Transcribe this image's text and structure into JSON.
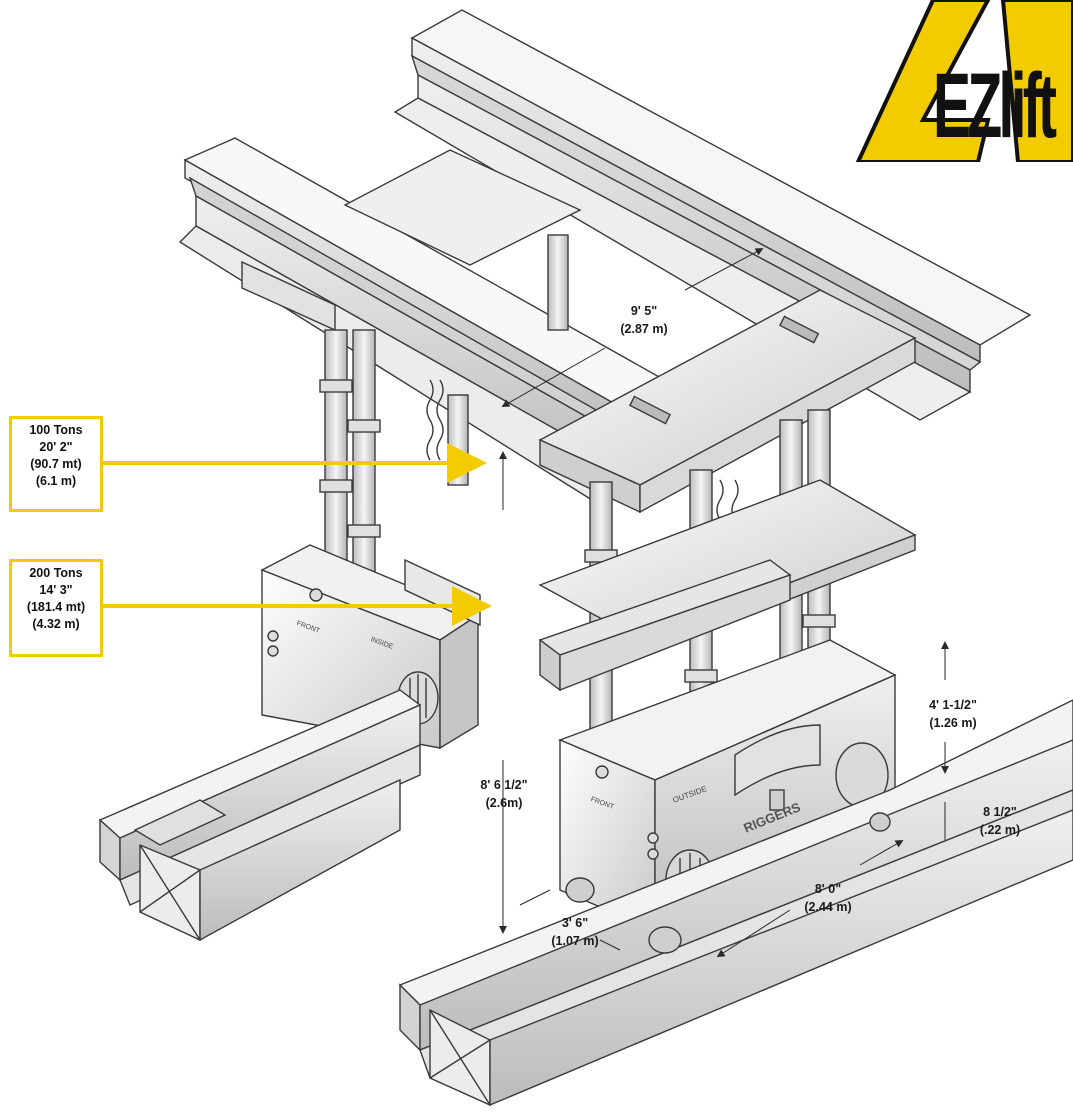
{
  "callouts": {
    "upper": {
      "line1": "100 Tons",
      "line2": "20' 2\"",
      "line3": "(90.7 mt)",
      "line4": "(6.1 m)"
    },
    "lower": {
      "line1": "200 Tons",
      "line2": "14' 3\"",
      "line3": "(181.4 mt)",
      "line4": "(4.32 m)"
    }
  },
  "dimensions": {
    "span": {
      "imperial": "9' 5\"",
      "metric": "(2.87 m)"
    },
    "collapsed_height": {
      "imperial": "8' 6 1/2\"",
      "metric": "(2.6m)"
    },
    "box_height": {
      "imperial": "4' 1-1/2\"",
      "metric": "(1.26 m)"
    },
    "rail_gap": {
      "imperial": "8 1/2\"",
      "metric": "(.22 m)"
    },
    "length": {
      "imperial": "8' 0\"",
      "metric": "(2.44 m)"
    },
    "width": {
      "imperial": "3' 6\"",
      "metric": "(1.07 m)"
    }
  },
  "unit_markings": {
    "front_left": "FRONT",
    "inside_left": "INSIDE",
    "front_right": "FRONT",
    "outside_right": "OUTSIDE",
    "brand_right": "RIGGERS"
  },
  "logo": {
    "text": "EZlift"
  },
  "colors": {
    "accent": "#f2cc00",
    "line": "#3a3a3a"
  }
}
